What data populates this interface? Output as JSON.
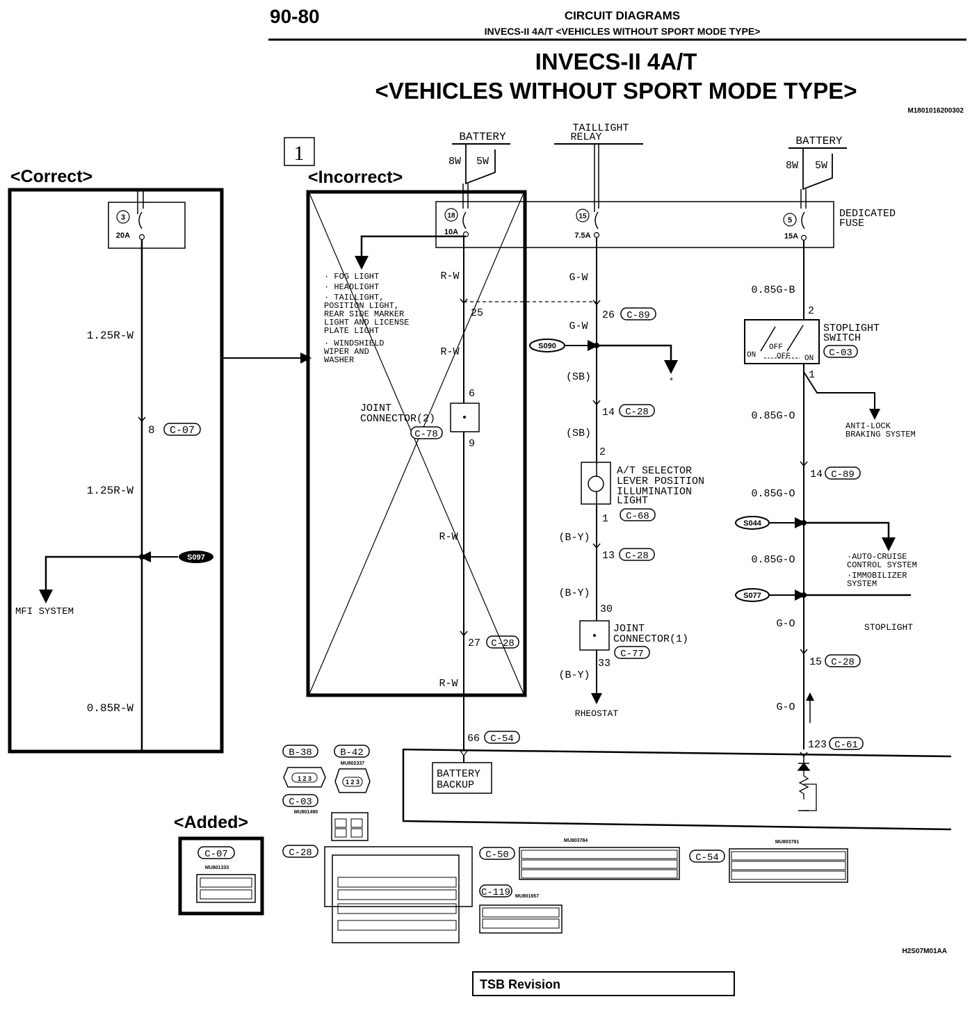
{
  "header": {
    "page_number": "90-80",
    "section": "CIRCUIT DIAGRAMS",
    "subtitle": "INVECS-II 4A/T <VEHICLES WITHOUT SPORT MODE TYPE>",
    "title_line1": "INVECS-II 4A/T",
    "title_line2": "<VEHICLES WITHOUT SPORT MODE TYPE>",
    "doc_code": "M1801016200302"
  },
  "labels": {
    "correct": "<Correct>",
    "incorrect": "<Incorrect>",
    "added": "<Added>",
    "callout": "1",
    "tsb": "TSB Revision",
    "figure_code": "H2S07M01AA"
  },
  "correct_panel": {
    "fuse_no": "3",
    "fuse_amp": "20A",
    "wire1": "1.25R-W",
    "connector_pin": "8",
    "connector": "C-07",
    "wire2": "1.25R-W",
    "splice": "S097",
    "branch": "MFI SYSTEM",
    "wire3": "0.85R-W"
  },
  "incorrect_panel": {
    "battery": "BATTERY",
    "w8": "8W",
    "w5": "5W",
    "fuse_no": "18",
    "fuse_amp": "10A",
    "fuse_list": [
      "· FOG LIGHT",
      "· HEADLIGHT",
      "· TAILLIGHT,",
      "  POSITION LIGHT,",
      "  REAR SIDE MARKER",
      "  LIGHT AND LICENSE",
      "  PLATE LIGHT",
      "· WINDSHIELD",
      "  WIPER AND",
      "  WASHER"
    ],
    "wire_rw": "R-W",
    "pin25": "25",
    "pin6": "6",
    "pin9": "9",
    "joint": "JOINT",
    "joint2": "CONNECTOR(2)",
    "joint_conn": "C-78",
    "pin27": "27",
    "conn27": "C-28"
  },
  "taillight_column": {
    "relay1": "TAILLIGHT",
    "relay2": "RELAY",
    "fuse_no": "15",
    "fuse_amp": "7.5A",
    "wire_gw": "G-W",
    "pin26": "26",
    "conn26": "C-89",
    "splice": "S090",
    "wire_sb": "(SB)",
    "pin14": "14",
    "conn14": "C-28",
    "pin2": "2",
    "selector1": "A/T SELECTOR",
    "selector2": "LEVER POSITION",
    "selector3": "ILLUMINATION",
    "selector4": "LIGHT",
    "pin1": "1",
    "conn_c68": "C-68",
    "wire_by": "(B-Y)",
    "pin13": "13",
    "conn13": "C-28",
    "pin30": "30",
    "joint1": "JOINT",
    "joint1b": "CONNECTOR(1)",
    "conn_c77": "C-77",
    "pin33": "33",
    "rheostat": "RHEOSTAT",
    "star": "*"
  },
  "bottom_left": {
    "pin66": "66",
    "conn66": "C-54",
    "backup1": "BATTERY",
    "backup2": "BACKUP"
  },
  "stoplight_column": {
    "battery": "BATTERY",
    "w8": "8W",
    "w5": "5W",
    "dedicated1": "DEDICATED",
    "dedicated2": "FUSE",
    "fuse_no": "5",
    "fuse_amp": "15A",
    "wire1": "0.85G-B",
    "pin2": "2",
    "switch1": "STOPLIGHT",
    "switch2": "SWITCH",
    "switch_conn": "C-03",
    "on": "ON",
    "off": "OFF",
    "pin1": "1",
    "wire2": "0.85G-O",
    "abs1": "ANTI-LOCK",
    "abs2": "BRAKING SYSTEM",
    "pin14": "14",
    "conn14": "C-89",
    "wire3": "0.85G-O",
    "splice1": "S044",
    "cruise1": "·AUTO-CRUISE",
    "cruise2": " CONTROL SYSTEM",
    "cruise3": "·IMMOBILIZER",
    "cruise4": " SYSTEM",
    "wire4": "0.85G-O",
    "splice2": "S077",
    "wire5": "G-O",
    "stoplight": "STOPLIGHT",
    "pin15": "15",
    "conn15": "C-28",
    "wire6": "G-O",
    "pin123": "123",
    "conn123": "C-61"
  },
  "connectors": {
    "b38": "B-38",
    "b42": "B-42",
    "b42_part": "MU802337",
    "c03": "C-03",
    "c03_part": "MU801490",
    "c28": "C-28",
    "c50": "C-50",
    "c50_part": "MU803784",
    "c54": "C-54",
    "c54_part": "MU803781",
    "c119": "C-119",
    "c119_part": "MU801657",
    "c07": "C-07",
    "c07_part": "MU801333"
  }
}
